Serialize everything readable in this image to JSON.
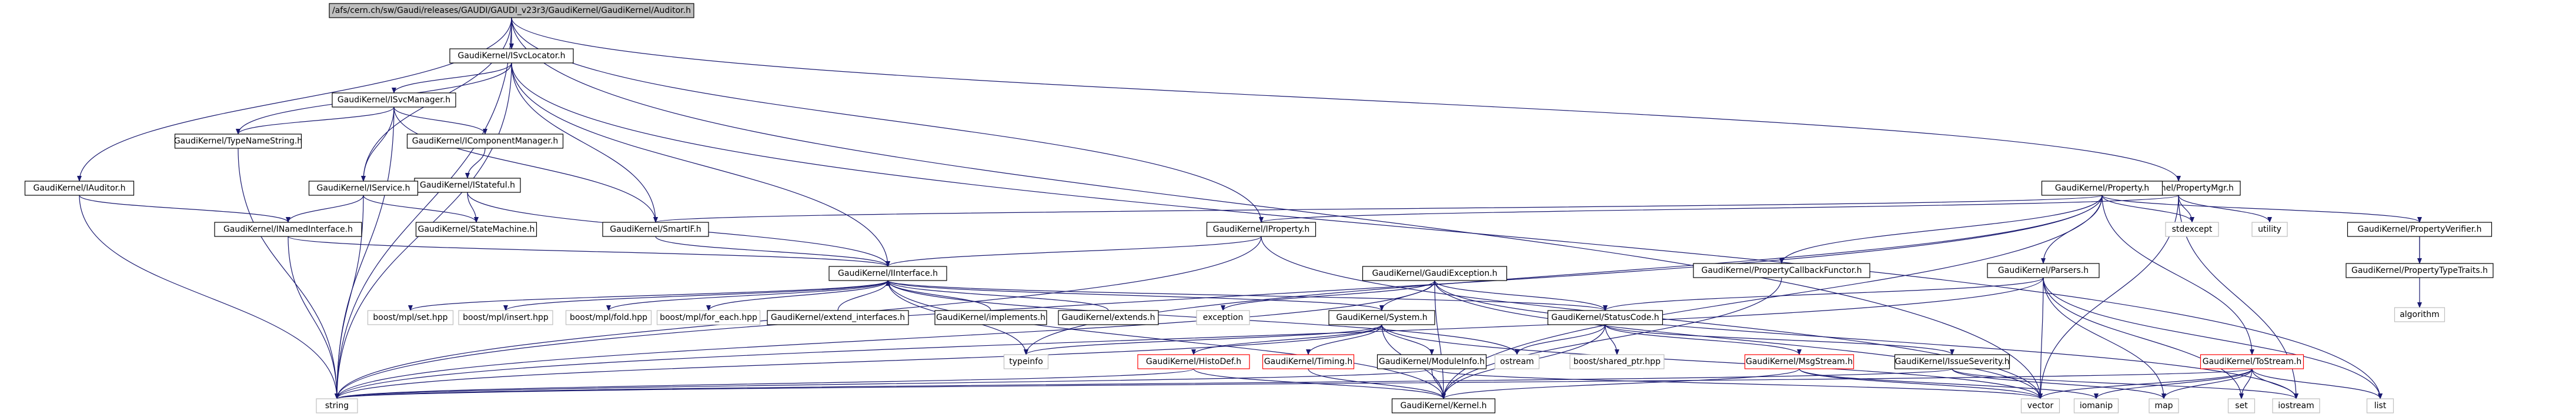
{
  "colors": {
    "edge": "#191970",
    "node_border": "#000000",
    "root_fill": "#bfbfbf",
    "external_border": "#bfbfbf",
    "has_more_border": "#ff0000"
  },
  "nodes": [
    {
      "id": "root",
      "label": "/afs/cern.ch/sw/Gaudi/releases/GAUDI/GAUDI_v23r3/GaudiKernel/GaudiKernel/Auditor.h",
      "kind": "root"
    },
    {
      "id": "svcloc",
      "label": "GaudiKernel/ISvcLocator.h"
    },
    {
      "id": "propmgr",
      "label": "GaudiKernel/PropertyMgr.h"
    },
    {
      "id": "iauditor",
      "label": "GaudiKernel/IAuditor.h"
    },
    {
      "id": "typename",
      "label": "GaudiKernel/TypeNameString.h"
    },
    {
      "id": "isvcmgr",
      "label": "GaudiKernel/ISvcManager.h"
    },
    {
      "id": "icompmgr",
      "label": "GaudiKernel/IComponentManager.h"
    },
    {
      "id": "istateful",
      "label": "GaudiKernel/IStateful.h"
    },
    {
      "id": "iservice",
      "label": "GaudiKernel/IService.h"
    },
    {
      "id": "smartif",
      "label": "GaudiKernel/SmartIF.h"
    },
    {
      "id": "statemachine",
      "label": "GaudiKernel/StateMachine.h"
    },
    {
      "id": "inamed",
      "label": "GaudiKernel/INamedInterface.h"
    },
    {
      "id": "iproperty",
      "label": "GaudiKernel/IProperty.h"
    },
    {
      "id": "property",
      "label": "GaudiKernel/Property.h"
    },
    {
      "id": "utility",
      "label": "utility",
      "kind": "missing"
    },
    {
      "id": "stdexcept",
      "label": "stdexcept",
      "kind": "missing"
    },
    {
      "id": "propverifier",
      "label": "GaudiKernel/PropertyVerifier.h"
    },
    {
      "id": "proptypetraits",
      "label": "GaudiKernel/PropertyTypeTraits.h"
    },
    {
      "id": "algorithm",
      "label": "algorithm",
      "kind": "missing"
    },
    {
      "id": "propcallback",
      "label": "GaudiKernel/PropertyCallbackFunctor.h"
    },
    {
      "id": "parsers",
      "label": "GaudiKernel/Parsers.h"
    },
    {
      "id": "iinterface",
      "label": "GaudiKernel/IInterface.h"
    },
    {
      "id": "gaudiexc",
      "label": "GaudiKernel/GaudiException.h"
    },
    {
      "id": "mpl_set",
      "label": "boost/mpl/set.hpp",
      "kind": "missing"
    },
    {
      "id": "mpl_insert",
      "label": "boost/mpl/insert.hpp",
      "kind": "missing"
    },
    {
      "id": "mpl_fold",
      "label": "boost/mpl/fold.hpp",
      "kind": "missing"
    },
    {
      "id": "mpl_foreach",
      "label": "boost/mpl/for_each.hpp",
      "kind": "missing"
    },
    {
      "id": "extend_if",
      "label": "GaudiKernel/extend_interfaces.h"
    },
    {
      "id": "implements",
      "label": "GaudiKernel/implements.h"
    },
    {
      "id": "extends",
      "label": "GaudiKernel/extends.h"
    },
    {
      "id": "exception",
      "label": "exception",
      "kind": "missing"
    },
    {
      "id": "system",
      "label": "GaudiKernel/System.h"
    },
    {
      "id": "statuscode",
      "label": "GaudiKernel/StatusCode.h"
    },
    {
      "id": "typeinfo",
      "label": "typeinfo",
      "kind": "missing"
    },
    {
      "id": "ostream",
      "label": "ostream",
      "kind": "missing"
    },
    {
      "id": "sharedptr",
      "label": "boost/shared_ptr.hpp",
      "kind": "missing"
    },
    {
      "id": "msgstream",
      "label": "GaudiKernel/MsgStream.h",
      "kind": "red"
    },
    {
      "id": "issuesev",
      "label": "GaudiKernel/IssueSeverity.h"
    },
    {
      "id": "histodef",
      "label": "GaudiKernel/HistoDef.h",
      "kind": "red"
    },
    {
      "id": "timing",
      "label": "GaudiKernel/Timing.h",
      "kind": "red"
    },
    {
      "id": "moduleinfo",
      "label": "GaudiKernel/ModuleInfo.h"
    },
    {
      "id": "kernel",
      "label": "GaudiKernel/Kernel.h"
    },
    {
      "id": "tostream",
      "label": "GaudiKernel/ToStream.h",
      "kind": "red"
    },
    {
      "id": "string",
      "label": "string",
      "kind": "missing"
    },
    {
      "id": "vector",
      "label": "vector",
      "kind": "missing"
    },
    {
      "id": "iomanip",
      "label": "iomanip",
      "kind": "missing"
    },
    {
      "id": "map",
      "label": "map",
      "kind": "missing"
    },
    {
      "id": "set",
      "label": "set",
      "kind": "missing"
    },
    {
      "id": "iostream",
      "label": "iostream",
      "kind": "missing"
    },
    {
      "id": "list",
      "label": "list",
      "kind": "missing"
    }
  ],
  "edges": [
    [
      "root",
      "svcloc"
    ],
    [
      "root",
      "propmgr"
    ],
    [
      "root",
      "iauditor"
    ],
    [
      "root",
      "iservice"
    ],
    [
      "root",
      "string"
    ],
    [
      "root",
      "vector"
    ],
    [
      "root",
      "iproperty"
    ],
    [
      "svcloc",
      "typename"
    ],
    [
      "svcloc",
      "isvcmgr"
    ],
    [
      "svcloc",
      "iinterface"
    ],
    [
      "svcloc",
      "smartif"
    ],
    [
      "svcloc",
      "string"
    ],
    [
      "svcloc",
      "list"
    ],
    [
      "isvcmgr",
      "icompmgr"
    ],
    [
      "isvcmgr",
      "iservice"
    ],
    [
      "isvcmgr",
      "typename"
    ],
    [
      "isvcmgr",
      "smartif"
    ],
    [
      "isvcmgr",
      "string"
    ],
    [
      "icompmgr",
      "istateful"
    ],
    [
      "istateful",
      "statemachine"
    ],
    [
      "istateful",
      "iinterface"
    ],
    [
      "iservice",
      "inamed"
    ],
    [
      "iservice",
      "statemachine"
    ],
    [
      "iservice",
      "string"
    ],
    [
      "iauditor",
      "inamed"
    ],
    [
      "iauditor",
      "string"
    ],
    [
      "inamed",
      "iinterface"
    ],
    [
      "inamed",
      "string"
    ],
    [
      "typename",
      "string"
    ],
    [
      "smartif",
      "iinterface"
    ],
    [
      "propmgr",
      "property"
    ],
    [
      "propmgr",
      "iproperty"
    ],
    [
      "propmgr",
      "utility"
    ],
    [
      "propmgr",
      "stdexcept"
    ],
    [
      "propmgr",
      "vector"
    ],
    [
      "propmgr",
      "iostream"
    ],
    [
      "property",
      "propverifier"
    ],
    [
      "property",
      "propcallback"
    ],
    [
      "property",
      "parsers"
    ],
    [
      "property",
      "tostream"
    ],
    [
      "property",
      "stdexcept"
    ],
    [
      "property",
      "smartif"
    ],
    [
      "property",
      "kernel"
    ],
    [
      "property",
      "typeinfo"
    ],
    [
      "property",
      "string"
    ],
    [
      "propverifier",
      "proptypetraits"
    ],
    [
      "propverifier",
      "algorithm"
    ],
    [
      "propcallback",
      "kernel"
    ],
    [
      "parsers",
      "statuscode"
    ],
    [
      "parsers",
      "string"
    ],
    [
      "parsers",
      "vector"
    ],
    [
      "parsers",
      "list"
    ],
    [
      "parsers",
      "map"
    ],
    [
      "parsers",
      "set"
    ],
    [
      "iproperty",
      "iinterface"
    ],
    [
      "iproperty",
      "string"
    ],
    [
      "iproperty",
      "vector"
    ],
    [
      "iinterface",
      "mpl_set"
    ],
    [
      "iinterface",
      "mpl_insert"
    ],
    [
      "iinterface",
      "mpl_fold"
    ],
    [
      "iinterface",
      "mpl_foreach"
    ],
    [
      "iinterface",
      "system"
    ],
    [
      "iinterface",
      "statuscode"
    ],
    [
      "iinterface",
      "typeinfo"
    ],
    [
      "iinterface",
      "ostream"
    ],
    [
      "iinterface",
      "kernel"
    ],
    [
      "extend_if",
      "iinterface"
    ],
    [
      "implements",
      "iinterface"
    ],
    [
      "extends",
      "iinterface"
    ],
    [
      "gaudiexc",
      "exception"
    ],
    [
      "gaudiexc",
      "system"
    ],
    [
      "gaudiexc",
      "statuscode"
    ],
    [
      "gaudiexc",
      "string"
    ],
    [
      "gaudiexc",
      "iostream"
    ],
    [
      "gaudiexc",
      "vector"
    ],
    [
      "gaudiexc",
      "kernel"
    ],
    [
      "system",
      "histodef"
    ],
    [
      "system",
      "timing"
    ],
    [
      "system",
      "moduleinfo"
    ],
    [
      "system",
      "kernel"
    ],
    [
      "system",
      "typeinfo"
    ],
    [
      "system",
      "string"
    ],
    [
      "system",
      "vector"
    ],
    [
      "statuscode",
      "ostream"
    ],
    [
      "statuscode",
      "sharedptr"
    ],
    [
      "statuscode",
      "kernel"
    ],
    [
      "statuscode",
      "issuesev"
    ],
    [
      "statuscode",
      "msgstream"
    ],
    [
      "issuesev",
      "map"
    ],
    [
      "issuesev",
      "string"
    ],
    [
      "issuesev",
      "iostream"
    ],
    [
      "msgstream",
      "kernel"
    ],
    [
      "msgstream",
      "vector"
    ],
    [
      "msgstream",
      "iomanip"
    ],
    [
      "histodef",
      "kernel"
    ],
    [
      "histodef",
      "string"
    ],
    [
      "timing",
      "kernel"
    ],
    [
      "moduleinfo",
      "kernel"
    ],
    [
      "moduleinfo",
      "string"
    ],
    [
      "moduleinfo",
      "vector"
    ],
    [
      "tostream",
      "iostream"
    ],
    [
      "tostream",
      "iomanip"
    ],
    [
      "tostream",
      "vector"
    ],
    [
      "tostream",
      "map"
    ],
    [
      "tostream",
      "set"
    ],
    [
      "tostream",
      "list"
    ],
    [
      "tostream",
      "string"
    ]
  ]
}
